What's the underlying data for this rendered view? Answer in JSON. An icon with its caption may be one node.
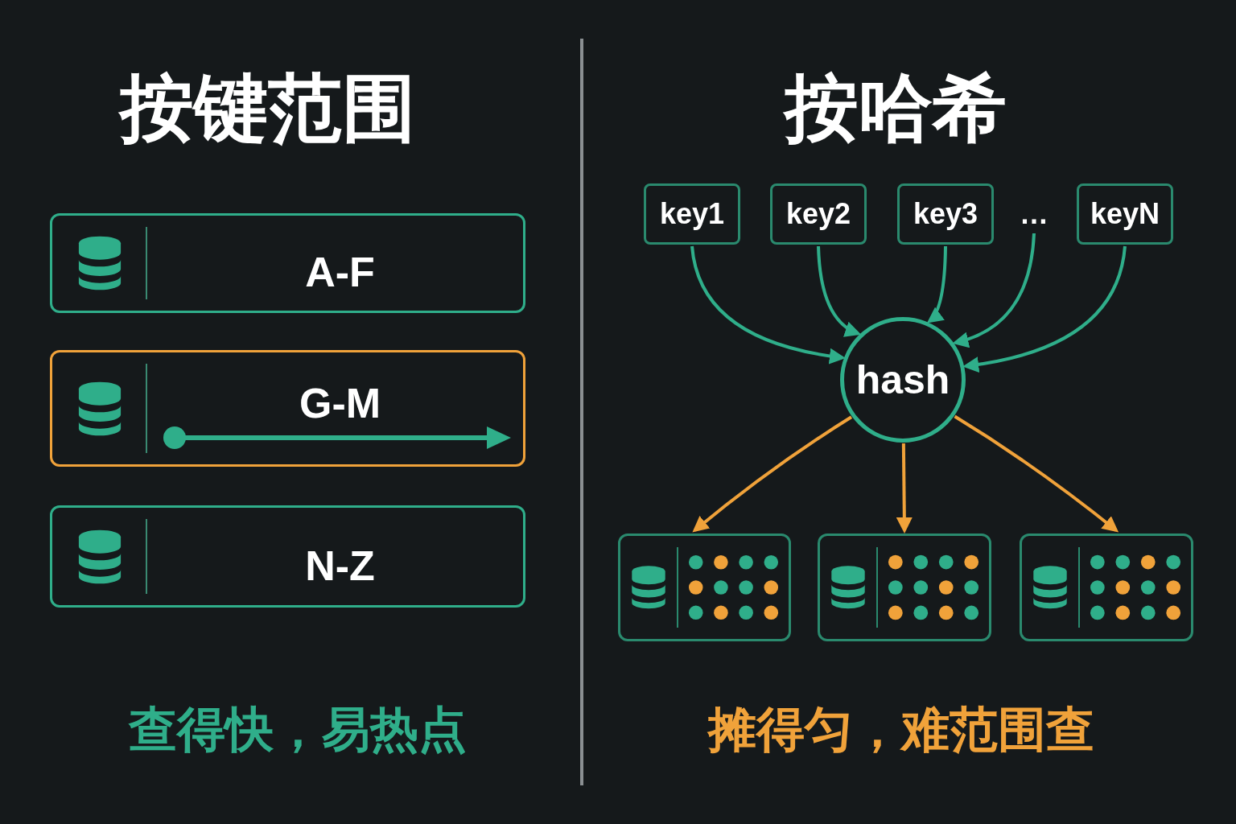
{
  "diagram": {
    "nodes": [
      {
        "text": [
          "A-F"
        ]
      },
      {
        "text": [
          "G-M"
        ]
      },
      {
        "text": [
          "N-Z"
        ]
      },
      {
        "text": [
          "key1"
        ]
      },
      {
        "text": [
          "key2"
        ]
      },
      {
        "text": [
          "key3"
        ]
      },
      {
        "text": [
          "…"
        ]
      },
      {
        "text": [
          "keyN"
        ]
      },
      {
        "text": [
          "hash"
        ]
      },
      {
        "text": [],
        "shape": "box"
      },
      {
        "text": [],
        "shape": "box"
      },
      {
        "text": [],
        "shape": "box"
      }
    ],
    "edges": [
      {
        "from": 3,
        "to": 8,
        "arrow": "to"
      },
      {
        "from": 4,
        "to": 8,
        "arrow": "to"
      },
      {
        "from": 5,
        "to": 8,
        "arrow": "to"
      },
      {
        "from": 6,
        "to": 8,
        "arrow": "to"
      },
      {
        "from": 7,
        "to": 8,
        "arrow": "to"
      },
      {
        "from": 8,
        "to": 9,
        "arrow": "to",
        "color": "#f0a23a"
      },
      {
        "from": 8,
        "to": 10,
        "arrow": "to",
        "color": "#f0a23a"
      },
      {
        "from": 8,
        "to": 11,
        "arrow": "to",
        "color": "#f0a23a"
      }
    ],
    "labels": [
      "按键范围",
      "按哈希",
      "查得快，易热点",
      "摊得匀，难范围查"
    ]
  }
}
